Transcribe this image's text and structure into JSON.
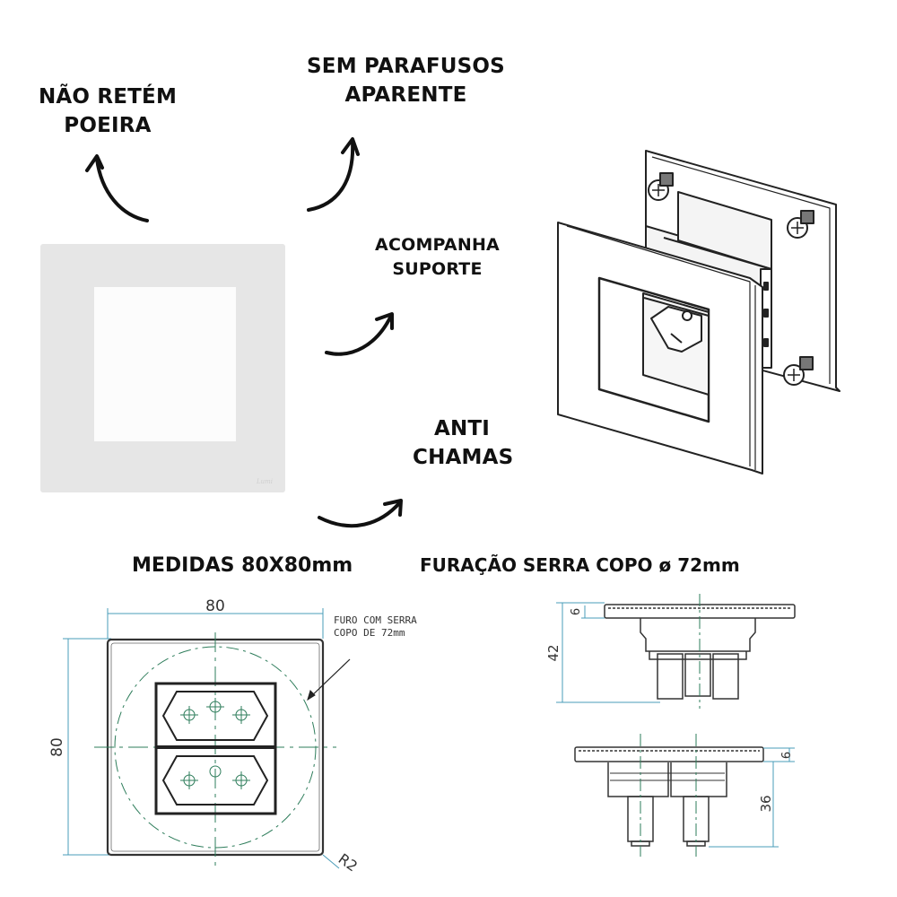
{
  "features": {
    "dust": {
      "line1": "NÃO RETÉM",
      "line2": "POEIRA"
    },
    "screws": {
      "line1": "SEM PARAFUSOS",
      "line2": "APARENTE"
    },
    "support": {
      "line1": "ACOMPANHA",
      "line2": "SUPORTE"
    },
    "flame": {
      "line1": "ANTI",
      "line2": "CHAMAS"
    }
  },
  "headings": {
    "measures": "MEDIDAS 80X80mm",
    "drilling": "FURAÇÃO SERRA COPO ø 72mm"
  },
  "front_drawing": {
    "width_dim": "80",
    "height_dim": "80",
    "radius_dim": "R2",
    "note_line1": "FURO COM SERRA",
    "note_line2": "COPO DE 72mm"
  },
  "side_drawing_top": {
    "plate_thickness": "6",
    "total_depth": "42"
  },
  "side_drawing_bottom": {
    "plate_thickness": "6",
    "body_depth": "36"
  },
  "colors": {
    "dimension_line": "#4a9cb8",
    "center_line": "#2e7d5b",
    "plate": "#e6e6e6"
  }
}
